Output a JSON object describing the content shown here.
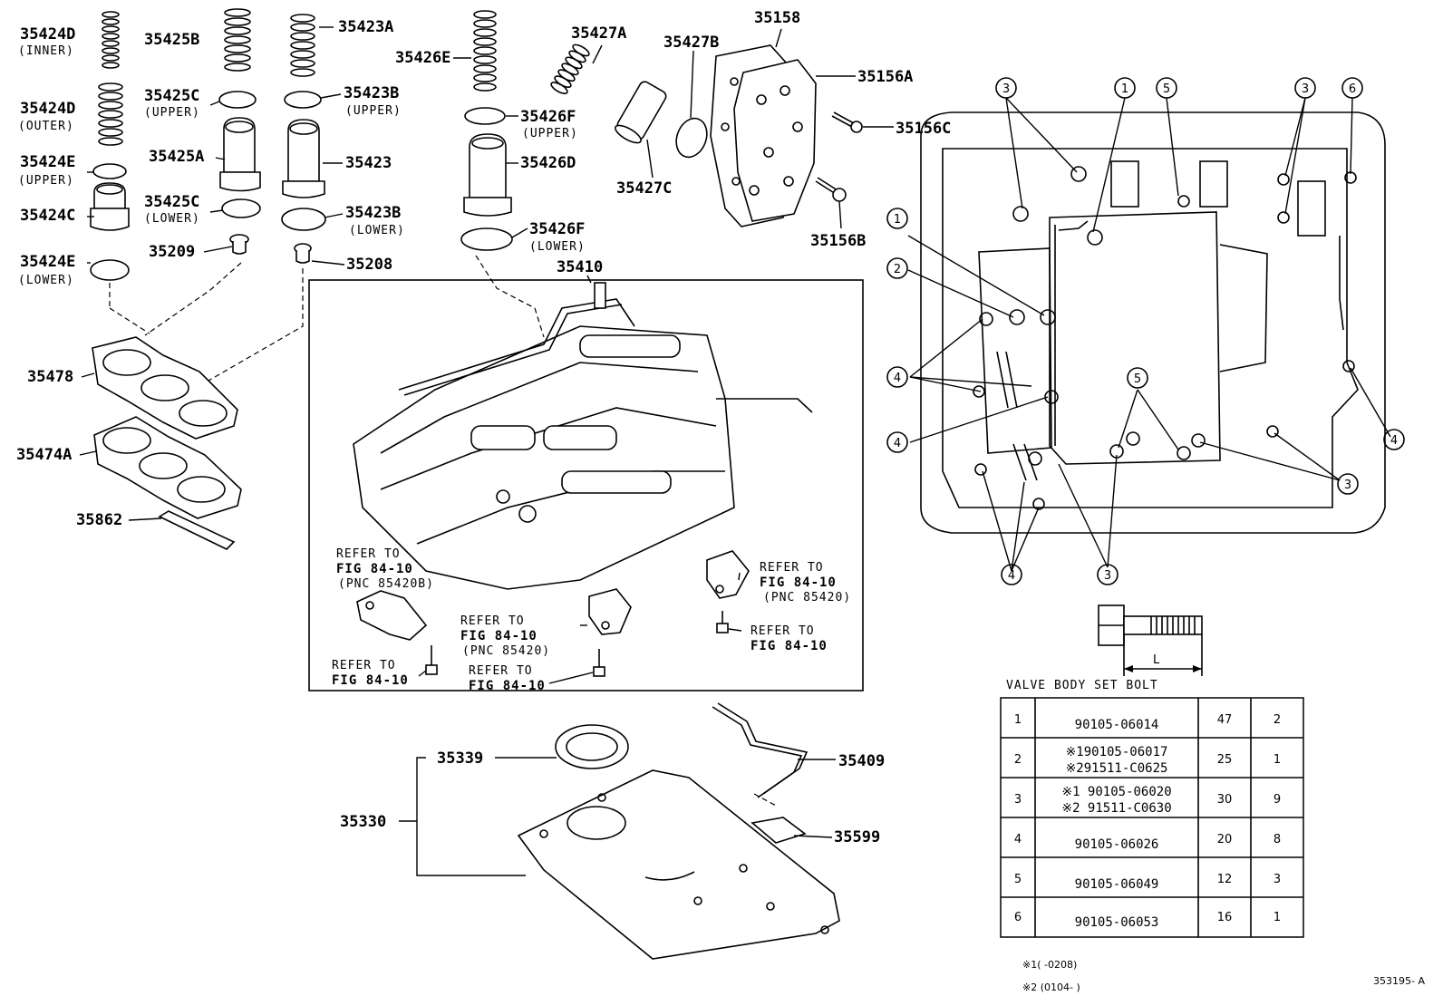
{
  "labels": {
    "p35424D_inner": "35424D",
    "inner": "(INNER)",
    "p35424D_outer": "35424D",
    "outer": "(OUTER)",
    "p35424E_upper": "35424E",
    "upper_a": "(UPPER)",
    "p35424C": "35424C",
    "p35424E_lower": "35424E",
    "lower_a": "(LOWER)",
    "p35425B": "35425B",
    "p35425C_upper": "35425C",
    "upper_b": "(UPPER)",
    "p35425A": "35425A",
    "p35425C_lower": "35425C",
    "lower_b": "(LOWER)",
    "p35209": "35209",
    "p35423A": "35423A",
    "p35423B_upper": "35423B",
    "upper_c": "(UPPER)",
    "p35423": "35423",
    "p35423B_lower": "35423B",
    "lower_c": "(LOWER)",
    "p35208": "35208",
    "p35426E": "35426E",
    "p35426F_upper": "35426F",
    "upper_d": "(UPPER)",
    "p35426D": "35426D",
    "p35426F_lower": "35426F",
    "lower_d": "(LOWER)",
    "p35427A": "35427A",
    "p35427B": "35427B",
    "p35427C": "35427C",
    "p35158": "35158",
    "p35156A": "35156A",
    "p35156C": "35156C",
    "p35156B": "35156B",
    "p35410": "35410",
    "p35478": "35478",
    "p35474A": "35474A",
    "p35862": "35862",
    "p35339": "35339",
    "p35330": "35330",
    "p35409": "35409",
    "p35599": "35599",
    "drawing_id": "353195- A",
    "dim_L": "L",
    "bolt_title": "VALVE BODY SET BOLT"
  },
  "refs": {
    "refer_to": "REFER TO",
    "fig": "FIG 84-10",
    "pnc_85420b": "(PNC 85420B)",
    "pnc_85420": "(PNC 85420)"
  },
  "callouts": [
    "1",
    "2",
    "3",
    "4",
    "5",
    "6"
  ],
  "bolt_table": {
    "rows": [
      {
        "no": "1",
        "part1": "90105-06014",
        "part2": "",
        "length": "47",
        "qty": "2"
      },
      {
        "no": "2",
        "part1": "※190105-06017",
        "part2": "※291511-C0625",
        "length": "25",
        "qty": "1"
      },
      {
        "no": "3",
        "part1": "※1 90105-06020",
        "part2": "※2 91511-C0630",
        "length": "30",
        "qty": "9"
      },
      {
        "no": "4",
        "part1": "90105-06026",
        "part2": "",
        "length": "20",
        "qty": "8"
      },
      {
        "no": "5",
        "part1": "90105-06049",
        "part2": "",
        "length": "12",
        "qty": "3"
      },
      {
        "no": "6",
        "part1": "90105-06053",
        "part2": "",
        "length": "16",
        "qty": "1"
      }
    ]
  },
  "notes": {
    "note1": "※1(      -0208)",
    "note2": "※2 (0104-       )"
  }
}
